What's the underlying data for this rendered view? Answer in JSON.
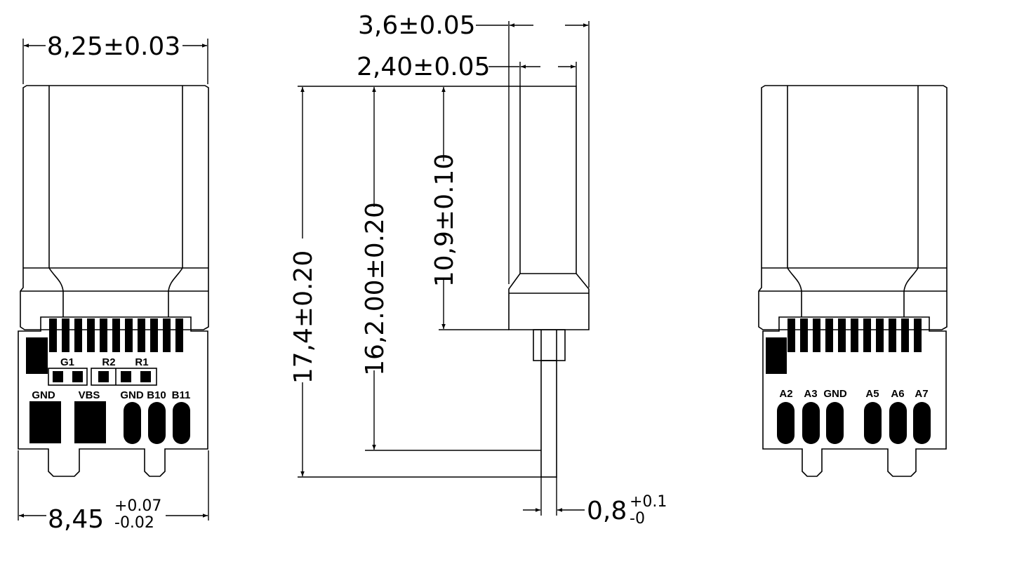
{
  "dimensions": {
    "front_width_top": "8,25±0.03",
    "front_width_bottom_nominal": "8,45",
    "front_width_bottom_plus": "+0.07",
    "front_width_bottom_minus": "-0.02",
    "side_total_thickness": "3,6±0.05",
    "side_body_thickness": "2,40±0.05",
    "side_total_length": "17,4±0.20",
    "side_pin_length": "16,2.00±0.20",
    "side_body_length": "10,9±0.10",
    "pin_width_nominal": "0,8",
    "pin_width_plus": "+0.1",
    "pin_width_minus": "-0"
  },
  "front_view": {
    "component_labels": [
      "G1",
      "R2",
      "R1"
    ],
    "pad_labels": [
      "GND",
      "VBS",
      "GND",
      "B10",
      "B11"
    ]
  },
  "back_view": {
    "pad_labels": [
      "A2",
      "A3",
      "GND",
      "A5",
      "A6",
      "A7"
    ]
  },
  "colors": {
    "line": "#000000",
    "background": "#ffffff"
  }
}
